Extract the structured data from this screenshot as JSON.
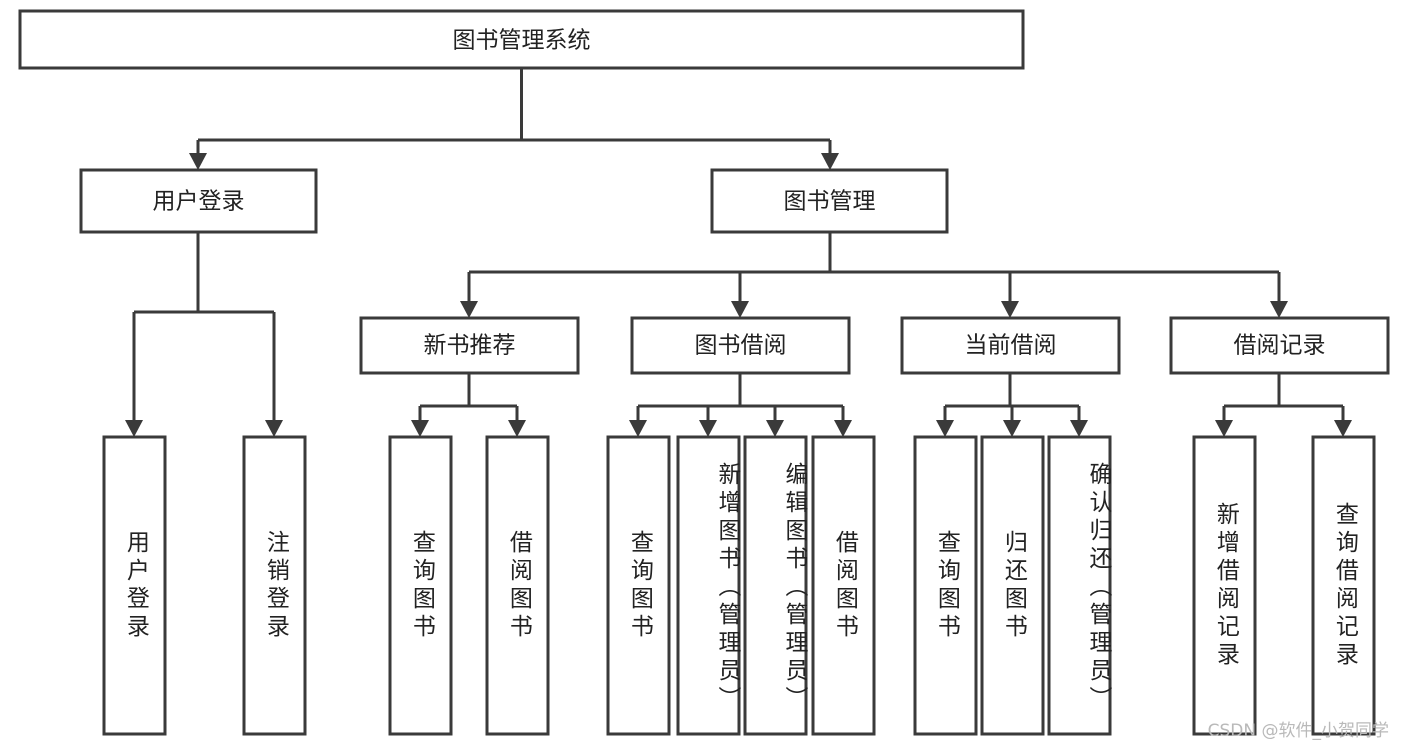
{
  "diagram": {
    "title": "图书管理系统",
    "type": "hierarchy-tree",
    "watermark": "CSDN @软件_小贺同学",
    "colors": {
      "stroke": "#3a3a3a",
      "fill": "#ffffff",
      "text": "#222222",
      "watermark": "#b9b9b9"
    },
    "levels": {
      "root": {
        "label": "图书管理系统"
      },
      "level2": [
        {
          "label": "用户登录"
        },
        {
          "label": "图书管理"
        }
      ],
      "level3": [
        {
          "label": "新书推荐"
        },
        {
          "label": "图书借阅"
        },
        {
          "label": "当前借阅"
        },
        {
          "label": "借阅记录"
        }
      ]
    },
    "leaves": {
      "user_login": [
        {
          "label": "用户登录"
        },
        {
          "label": "注销登录"
        }
      ],
      "new_book_recommend": [
        {
          "label": "查询图书"
        },
        {
          "label": "借阅图书"
        }
      ],
      "book_borrow": [
        {
          "label": "查询图书"
        },
        {
          "label": "新增图书（管理员）"
        },
        {
          "label": "编辑图书（管理员）"
        },
        {
          "label": "借阅图书"
        }
      ],
      "current_borrow": [
        {
          "label": "查询图书"
        },
        {
          "label": "归还图书"
        },
        {
          "label": "确认归还（管理员）"
        }
      ],
      "borrow_record": [
        {
          "label": "新增借阅记录"
        },
        {
          "label": "查询借阅记录"
        }
      ]
    }
  }
}
